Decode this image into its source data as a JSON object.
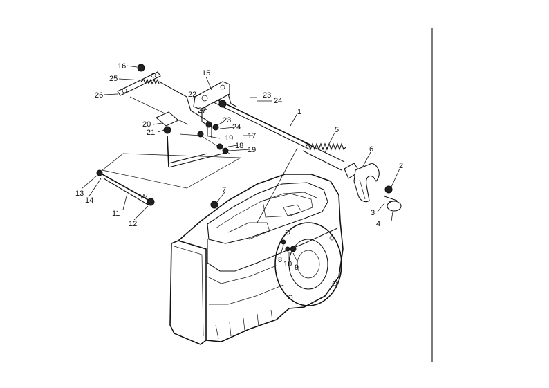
{
  "callouts": [
    {
      "id": "c1",
      "label": "1"
    },
    {
      "id": "c2",
      "label": "2"
    },
    {
      "id": "c3",
      "label": "3"
    },
    {
      "id": "c4",
      "label": "4"
    },
    {
      "id": "c5",
      "label": "5"
    },
    {
      "id": "c6",
      "label": "6"
    },
    {
      "id": "c7",
      "label": "7"
    },
    {
      "id": "c8",
      "label": "8"
    },
    {
      "id": "c9",
      "label": "9"
    },
    {
      "id": "c10",
      "label": "10"
    },
    {
      "id": "c11",
      "label": "11"
    },
    {
      "id": "c12",
      "label": "12"
    },
    {
      "id": "c13",
      "label": "13"
    },
    {
      "id": "c14",
      "label": "14"
    },
    {
      "id": "c15",
      "label": "15"
    },
    {
      "id": "c16",
      "label": "16"
    },
    {
      "id": "c17",
      "label": "17"
    },
    {
      "id": "c18",
      "label": "18"
    },
    {
      "id": "c19a",
      "label": "19"
    },
    {
      "id": "c19b",
      "label": "19"
    },
    {
      "id": "c20",
      "label": "20"
    },
    {
      "id": "c21",
      "label": "21"
    },
    {
      "id": "c22",
      "label": "22"
    },
    {
      "id": "c23a",
      "label": "23"
    },
    {
      "id": "c23b",
      "label": "23"
    },
    {
      "id": "c24a",
      "label": "24"
    },
    {
      "id": "c24b",
      "label": "24"
    },
    {
      "id": "c25",
      "label": "25"
    },
    {
      "id": "c26",
      "label": "26"
    },
    {
      "id": "c27",
      "label": "27"
    }
  ]
}
